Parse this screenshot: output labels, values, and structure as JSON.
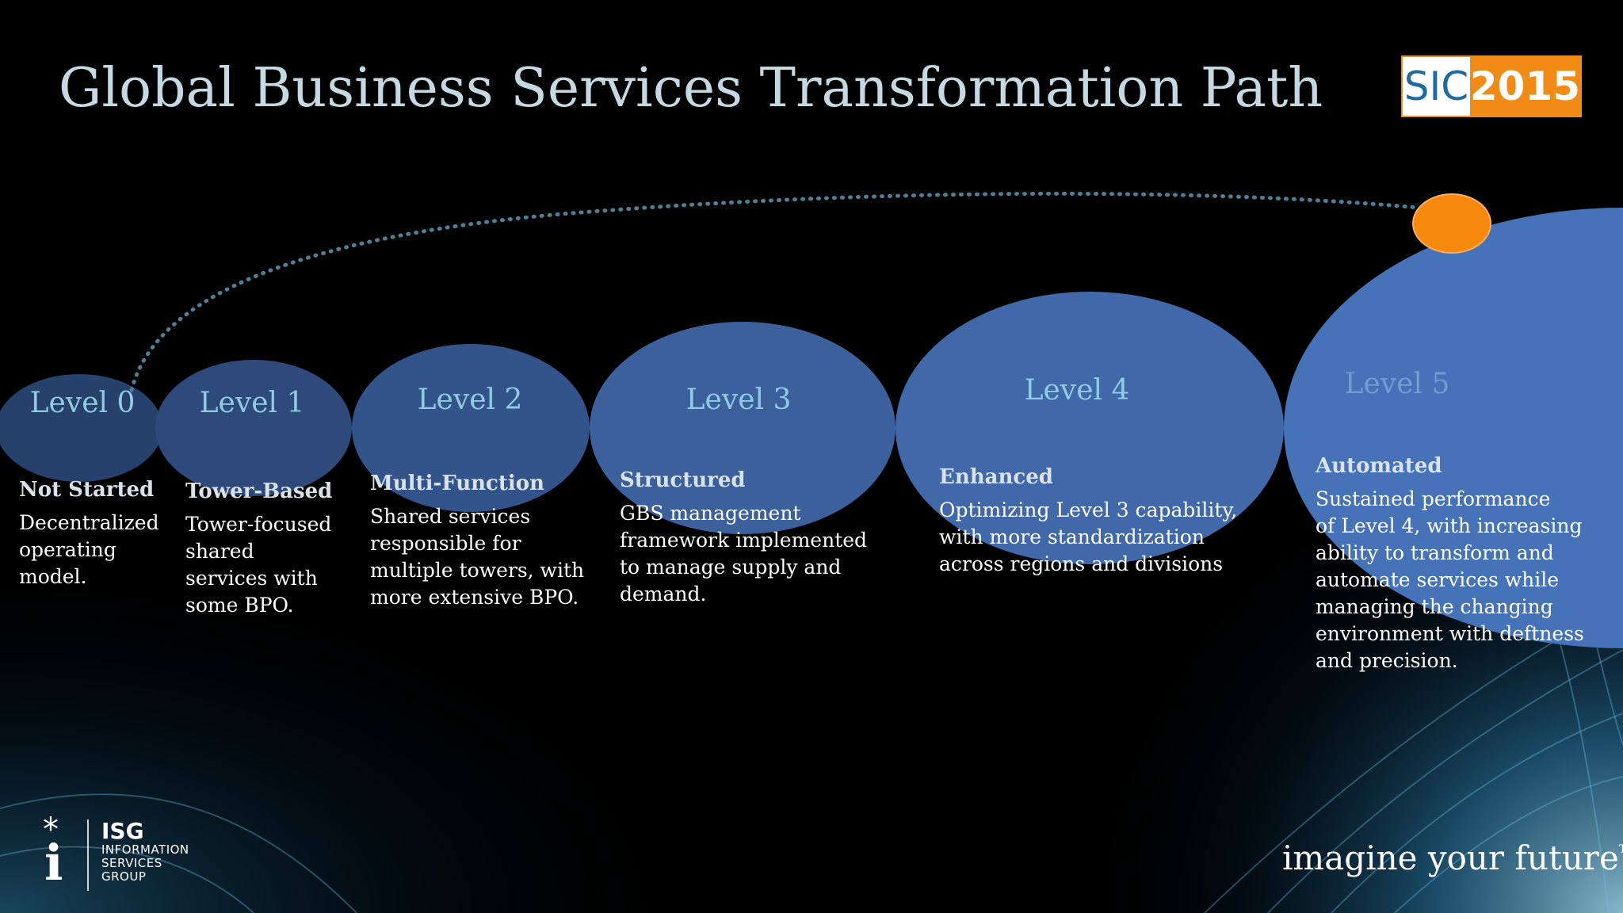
{
  "title": "Global Business Services Transformation Path",
  "logo_sic": {
    "left_text": "SIC",
    "right_text": "2015"
  },
  "levels": [
    {
      "label": "Level 0",
      "heading": "Not Started",
      "description": "Decentralized\noperating\nmodel."
    },
    {
      "label": "Level 1",
      "heading": "Tower-Based",
      "description": "Tower-focused\nshared\nservices with\nsome BPO."
    },
    {
      "label": "Level 2",
      "heading": "Multi-Function",
      "description": "Shared services\nresponsible for\nmultiple towers, with\nmore extensive BPO."
    },
    {
      "label": "Level 3",
      "heading": "Structured",
      "description": "GBS management\nframework implemented\nto manage supply and\ndemand."
    },
    {
      "label": "Level 4",
      "heading": "Enhanced",
      "description": "Optimizing Level 3 capability,\nwith more standardization\nacross regions and divisions"
    },
    {
      "label": "Level 5",
      "heading": "Automated",
      "description": "Sustained performance\nof Level 4, with increasing\nability to transform and\nautomate services while\nmanaging the changing\nenvironment with deftness\nand precision."
    }
  ],
  "footer_logo": {
    "name": "ISG",
    "line1": "INFORMATION",
    "line2": "SERVICES",
    "line3": "GROUP"
  },
  "tagline": "imagine your future",
  "tagline_mark": "TM",
  "colors": {
    "background": "#000000",
    "dome_dark": "#2c4a7a",
    "dome_light": "#4672b8",
    "marker": "#f7890f",
    "dotted_path": "#4f7f95",
    "label": "#8fcbe3",
    "title": "#c5d9e2"
  }
}
